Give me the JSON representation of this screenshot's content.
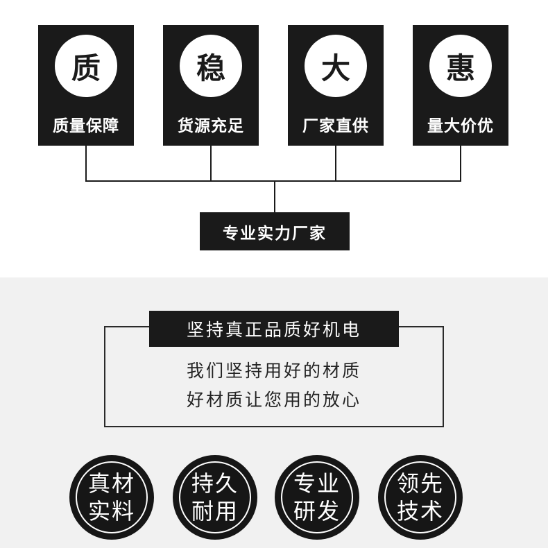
{
  "features": [
    {
      "char": "质",
      "label": "质量保障"
    },
    {
      "char": "稳",
      "label": "货源充足"
    },
    {
      "char": "大",
      "label": "厂家直供"
    },
    {
      "char": "惠",
      "label": "量大价优"
    }
  ],
  "factory_label": "专业实力厂家",
  "panel": {
    "title": "坚持真正品质好机电",
    "line1": "我们坚持用好的材质",
    "line2": "好材质让您用的放心"
  },
  "badges": [
    {
      "line1": "真材",
      "line2": "实料"
    },
    {
      "line1": "持久",
      "line2": "耐用"
    },
    {
      "line1": "专业",
      "line2": "研发"
    },
    {
      "line1": "领先",
      "line2": "技术"
    }
  ],
  "colors": {
    "dark": "#1a1a1a",
    "light": "#ffffff",
    "panel_bg": "#f1f1f1"
  }
}
